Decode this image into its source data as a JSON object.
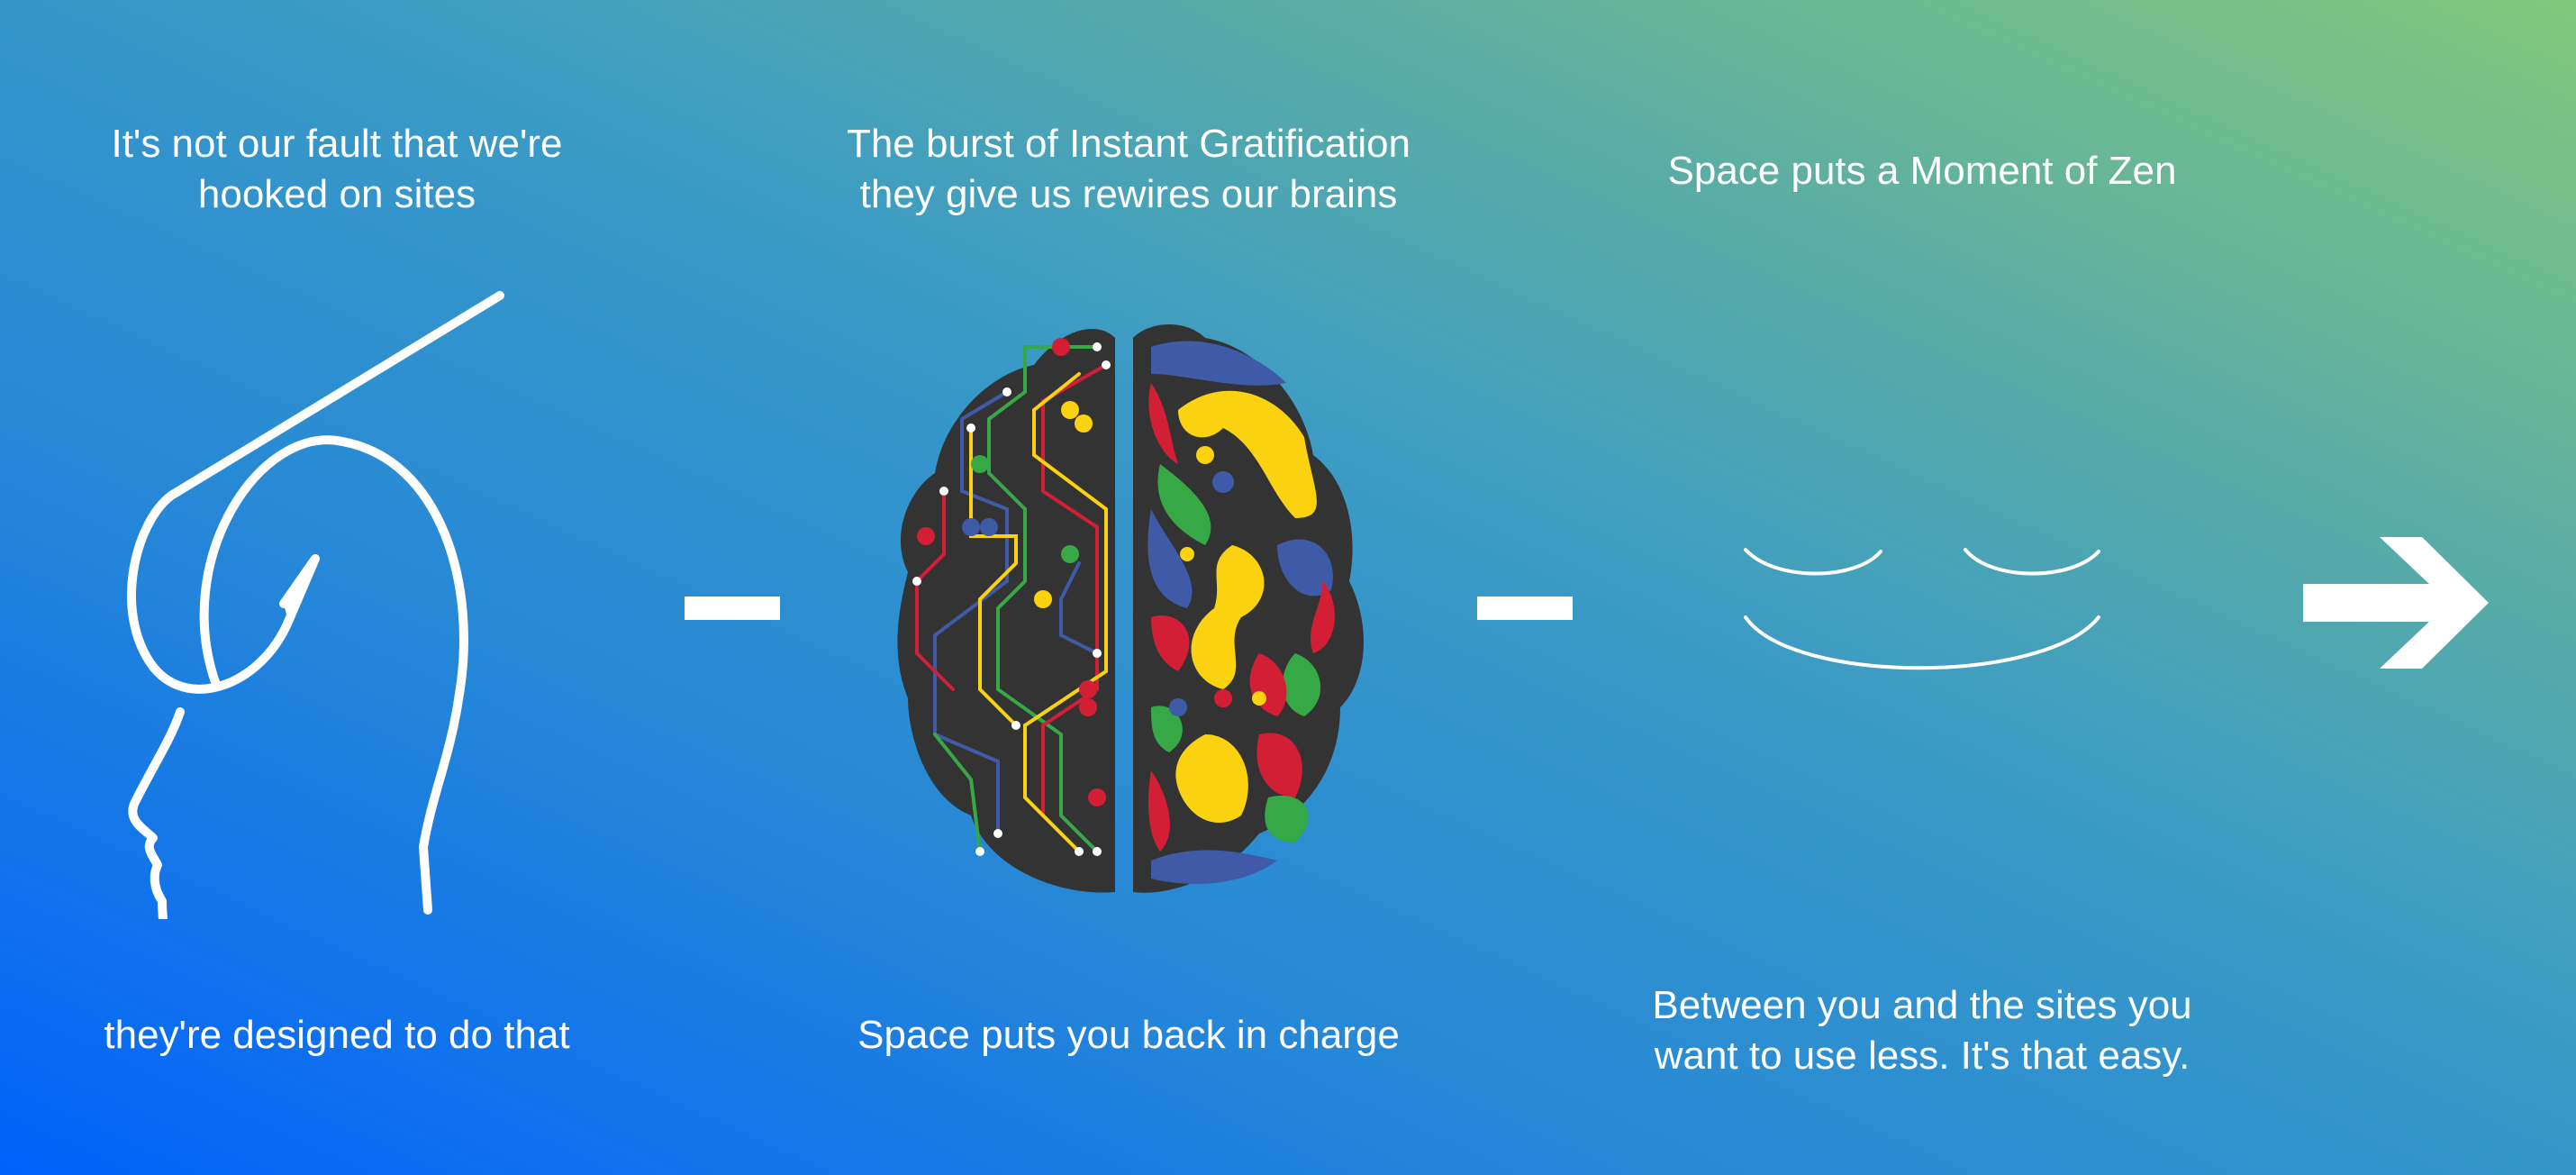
{
  "steps": [
    {
      "top_line1": "It's not our fault that we're",
      "top_line2": "hooked on sites",
      "bottom_line1": "they're designed to do that",
      "icon": "hooked-head-icon"
    },
    {
      "top_line1": "The burst of Instant Gratification",
      "top_line2": "they give us rewires our brains",
      "bottom_line1": "Space puts you back in charge",
      "icon": "brain-icon"
    },
    {
      "top_line1": "Space puts a Moment of Zen",
      "bottom_line1": "Between you and the sites you",
      "bottom_line2": "want to use less. It's that easy.",
      "icon": "zen-face-icon"
    }
  ],
  "next_icon": "arrow-right-icon",
  "colors": {
    "gradient_start": "#0062fb",
    "gradient_end": "#82c87c",
    "brain_dark": "#333333",
    "red": "#d21f35",
    "yellow": "#fbd20f",
    "green": "#36a845",
    "blue": "#3f5ba8"
  }
}
